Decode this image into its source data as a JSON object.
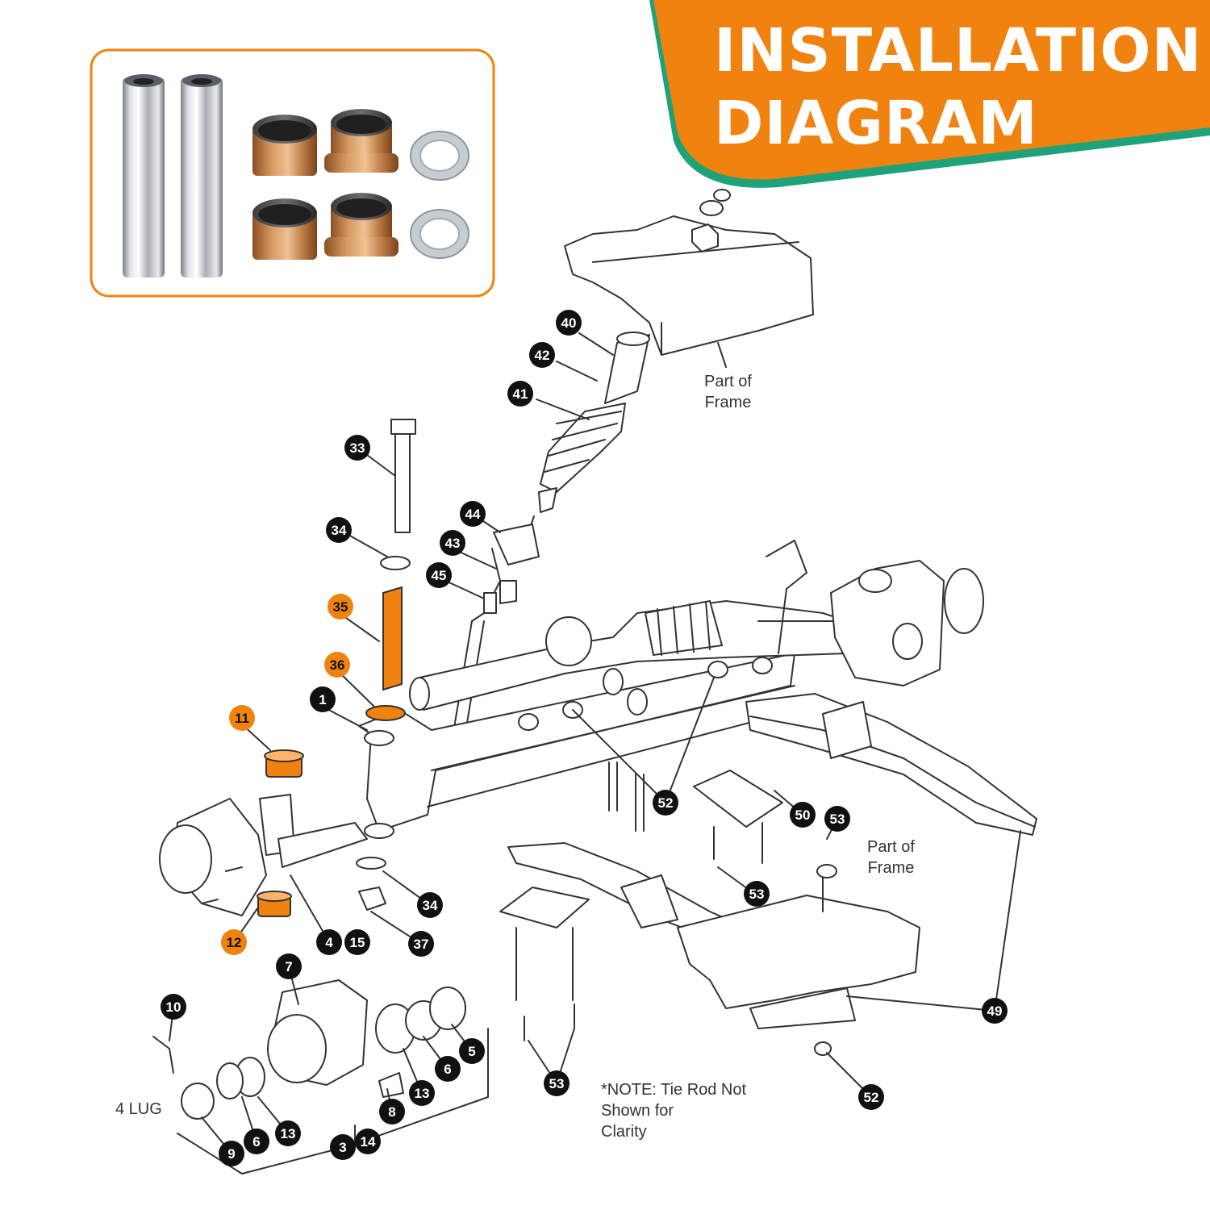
{
  "banner": {
    "line1": "INSTALLATION",
    "line2": "DIAGRAM"
  },
  "colors": {
    "accent_orange": "#F0820F",
    "accent_green": "#1EA27A",
    "callout_black": "#111111",
    "line_art": "#333333"
  },
  "frame_label_top": "Part of\nFrame",
  "frame_label_bottom": "Part of\nFrame",
  "lug_label": "4 LUG",
  "note": "*NOTE: Tie Rod Not\nShown for\nClarity",
  "callouts": [
    {
      "num": "40",
      "highlight": false
    },
    {
      "num": "42",
      "highlight": false
    },
    {
      "num": "41",
      "highlight": false
    },
    {
      "num": "33",
      "highlight": false
    },
    {
      "num": "44",
      "highlight": false
    },
    {
      "num": "43",
      "highlight": false
    },
    {
      "num": "34",
      "highlight": false
    },
    {
      "num": "45",
      "highlight": false
    },
    {
      "num": "35",
      "highlight": true
    },
    {
      "num": "36",
      "highlight": true
    },
    {
      "num": "1",
      "highlight": false
    },
    {
      "num": "11",
      "highlight": true
    },
    {
      "num": "52",
      "highlight": false
    },
    {
      "num": "50",
      "highlight": false
    },
    {
      "num": "53",
      "highlight": false
    },
    {
      "num": "53",
      "highlight": false
    },
    {
      "num": "34",
      "highlight": false
    },
    {
      "num": "37",
      "highlight": false
    },
    {
      "num": "12",
      "highlight": true
    },
    {
      "num": "4",
      "highlight": false
    },
    {
      "num": "15",
      "highlight": false
    },
    {
      "num": "7",
      "highlight": false
    },
    {
      "num": "10",
      "highlight": false
    },
    {
      "num": "49",
      "highlight": false
    },
    {
      "num": "5",
      "highlight": false
    },
    {
      "num": "6",
      "highlight": false
    },
    {
      "num": "13",
      "highlight": false
    },
    {
      "num": "8",
      "highlight": false
    },
    {
      "num": "53",
      "highlight": false
    },
    {
      "num": "52",
      "highlight": false
    },
    {
      "num": "6",
      "highlight": false
    },
    {
      "num": "13",
      "highlight": false
    },
    {
      "num": "9",
      "highlight": false
    },
    {
      "num": "3",
      "highlight": false
    },
    {
      "num": "14",
      "highlight": false
    }
  ]
}
